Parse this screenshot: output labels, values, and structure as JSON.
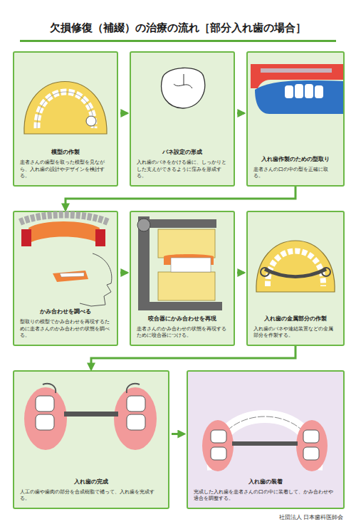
{
  "diagram": {
    "title": "欠損修復（補綴）の治療の流れ［部分入れ歯の場合］",
    "nodes": [
      {
        "text": [
          "模型の作製",
          "患者さんの歯型を取った模型を見ながら、入れ歯の設計やデザインを検討する。"
        ]
      },
      {
        "text": [
          "バネ設定の形成",
          "入れ歯のバネをかける歯に、しっかりとした支えができるように窪みを形成する。"
        ]
      },
      {
        "text": [
          "入れ歯作製のための型取り",
          "患者さんの口の中の型を正確に取る。"
        ]
      },
      {
        "text": [
          "かみ合わせを調べる",
          "型取りの模型でかみ合わせを再現するために患者さんのかみ合わせの状態を調べる。"
        ]
      },
      {
        "text": [
          "咬合器にかみ合わせを再現",
          "患者さんのかみ合わせの状態を再現するために咬合器につける。"
        ]
      },
      {
        "text": [
          "入れ歯の金属部分の作製",
          "入れ歯のバネや連結装置などの金属部分を作製する。"
        ]
      },
      {
        "text": [
          "入れ歯の完成",
          "人工の歯や歯肉の部分を合成樹脂で補って、入れ歯を完成する。"
        ]
      },
      {
        "text": [
          "入れ歯の装着",
          "完成した入れ歯を患者さんの口の中に装着して、かみ合わせや適合を調整する。"
        ]
      }
    ],
    "edges": [
      {
        "from": 0,
        "to": 1,
        "arrow": "to"
      },
      {
        "from": 1,
        "to": 2,
        "arrow": "to"
      },
      {
        "from": 2,
        "to": 3,
        "arrow": "to"
      },
      {
        "from": 3,
        "to": 4,
        "arrow": "to"
      },
      {
        "from": 4,
        "to": 5,
        "arrow": "to"
      },
      {
        "from": 5,
        "to": 6,
        "arrow": "to"
      },
      {
        "from": 6,
        "to": 7,
        "arrow": "to"
      }
    ],
    "labels": [
      "社団法人 日本歯科医師会"
    ]
  }
}
